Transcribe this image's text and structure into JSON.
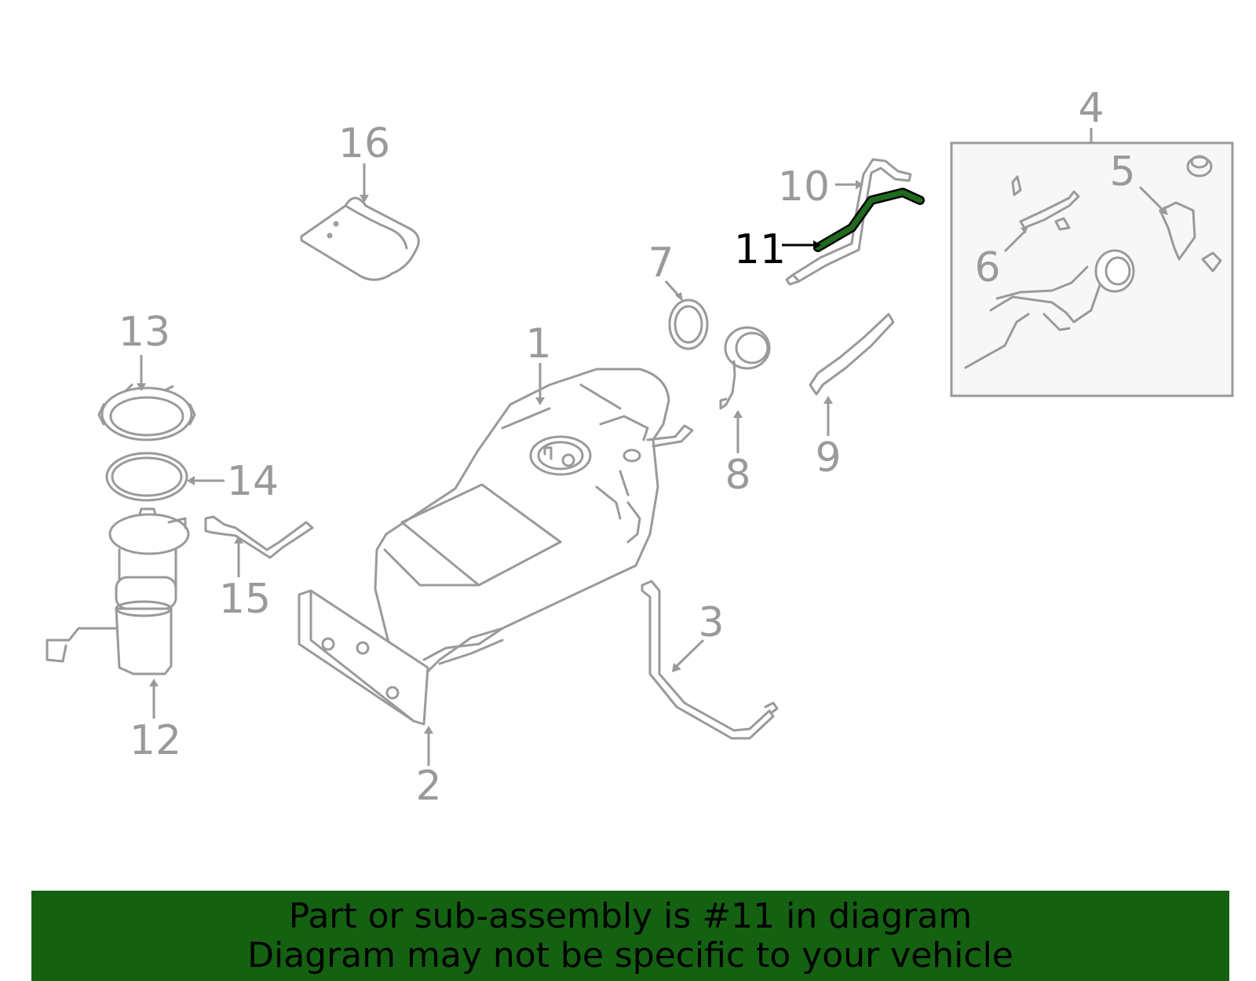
{
  "diagram": {
    "callouts": [
      {
        "id": "1",
        "label": "1"
      },
      {
        "id": "2",
        "label": "2"
      },
      {
        "id": "3",
        "label": "3"
      },
      {
        "id": "4",
        "label": "4"
      },
      {
        "id": "5",
        "label": "5"
      },
      {
        "id": "6",
        "label": "6"
      },
      {
        "id": "7",
        "label": "7"
      },
      {
        "id": "8",
        "label": "8"
      },
      {
        "id": "9",
        "label": "9"
      },
      {
        "id": "10",
        "label": "10"
      },
      {
        "id": "11",
        "label": "11",
        "highlighted": true
      },
      {
        "id": "12",
        "label": "12"
      },
      {
        "id": "13",
        "label": "13"
      },
      {
        "id": "14",
        "label": "14"
      },
      {
        "id": "15",
        "label": "15"
      },
      {
        "id": "16",
        "label": "16"
      }
    ],
    "colors": {
      "line": "#9a9a9a",
      "highlight_part": "#1f6b1d",
      "highlight_label": "#000000",
      "banner_bg": "#146112",
      "inset_bg": "#f7f7f7"
    }
  },
  "banner": {
    "line1": "Part or sub-assembly is #11 in diagram",
    "line2": "Diagram may not be specific to your vehicle"
  }
}
